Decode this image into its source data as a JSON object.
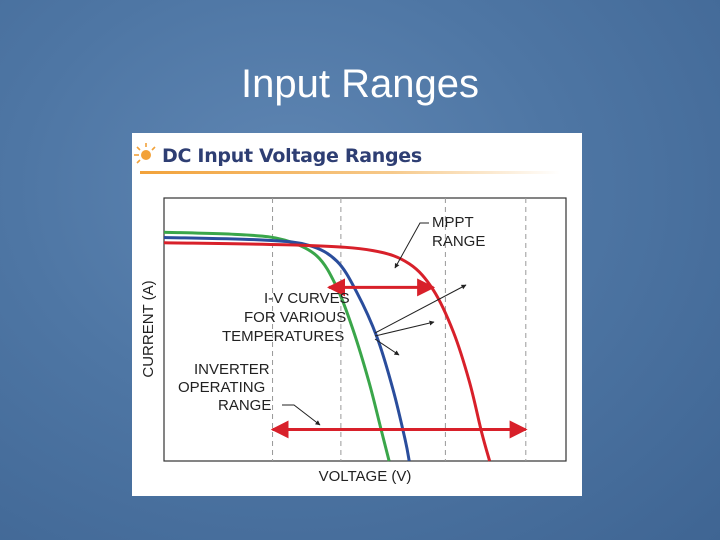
{
  "slide": {
    "title": "Input Ranges"
  },
  "chart_data": {
    "type": "line",
    "title": "DC Input Voltage Ranges",
    "xlabel": "VOLTAGE (V)",
    "ylabel": "CURRENT (A)",
    "grid": false,
    "xlim": [
      0,
      100
    ],
    "ylim": [
      0,
      100
    ],
    "series": [
      {
        "color": "#3aa64a",
        "x": [
          0,
          20,
          30,
          38,
          43,
          47,
          51,
          54,
          56
        ],
        "y": [
          87,
          86,
          84,
          78,
          66,
          50,
          30,
          12,
          0
        ]
      },
      {
        "color": "#2a4d9c",
        "x": [
          0,
          25,
          36,
          43,
          48,
          53,
          57,
          60,
          61
        ],
        "y": [
          85,
          84,
          82,
          76,
          64,
          47,
          27,
          8,
          0
        ]
      },
      {
        "color": "#d8202a",
        "x": [
          0,
          35,
          52,
          61,
          67,
          72,
          76,
          79,
          81
        ],
        "y": [
          83,
          82,
          80,
          75,
          65,
          49,
          30,
          11,
          0
        ]
      }
    ],
    "reference_lines_x": [
      27,
      44,
      70,
      90
    ],
    "annotations": {
      "mppt_range": [
        "MPPT",
        "RANGE"
      ],
      "iv_curves": [
        "I-V CURVES",
        "FOR VARIOUS",
        "TEMPERATURES"
      ],
      "inverter_range": [
        "INVERTER",
        "OPERATING",
        "RANGE"
      ]
    },
    "colors": {
      "title": "#2e3e73",
      "arrow": "#d8202a",
      "frame": "#333333",
      "dashed": "#999999"
    }
  }
}
